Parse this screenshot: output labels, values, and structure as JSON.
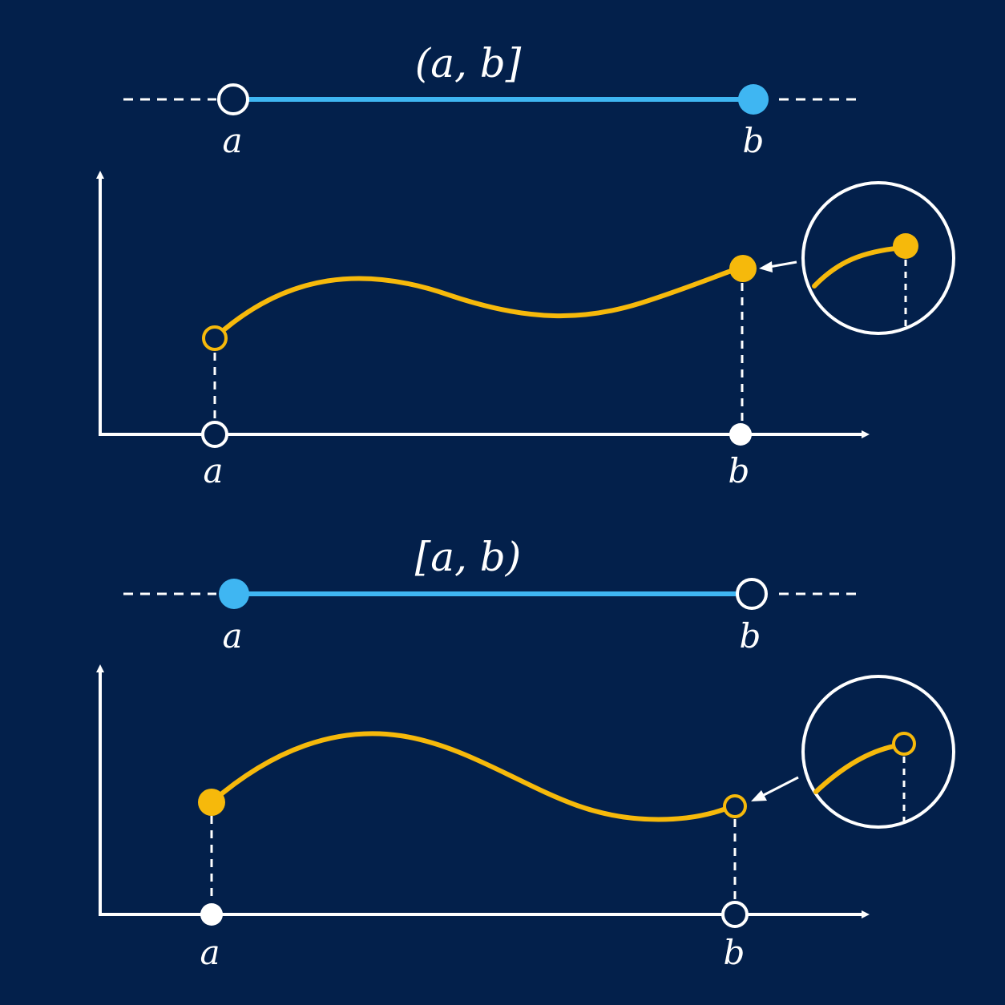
{
  "colors": {
    "background": "#03204b",
    "interval": "#3fb6f2",
    "curve": "#f6b90b",
    "axis": "#ffffff"
  },
  "top": {
    "title": "(a, b]",
    "number_line": {
      "label_a": "a",
      "label_b": "b",
      "a_endpoint": "open",
      "b_endpoint": "closed"
    },
    "graph": {
      "label_a": "a",
      "label_b": "b",
      "curve_start": "open",
      "curve_end": "closed"
    }
  },
  "bottom": {
    "title": "[a, b)",
    "number_line": {
      "label_a": "a",
      "label_b": "b",
      "a_endpoint": "closed",
      "b_endpoint": "open"
    },
    "graph": {
      "label_a": "a",
      "label_b": "b",
      "curve_start": "closed",
      "curve_end": "open"
    }
  }
}
